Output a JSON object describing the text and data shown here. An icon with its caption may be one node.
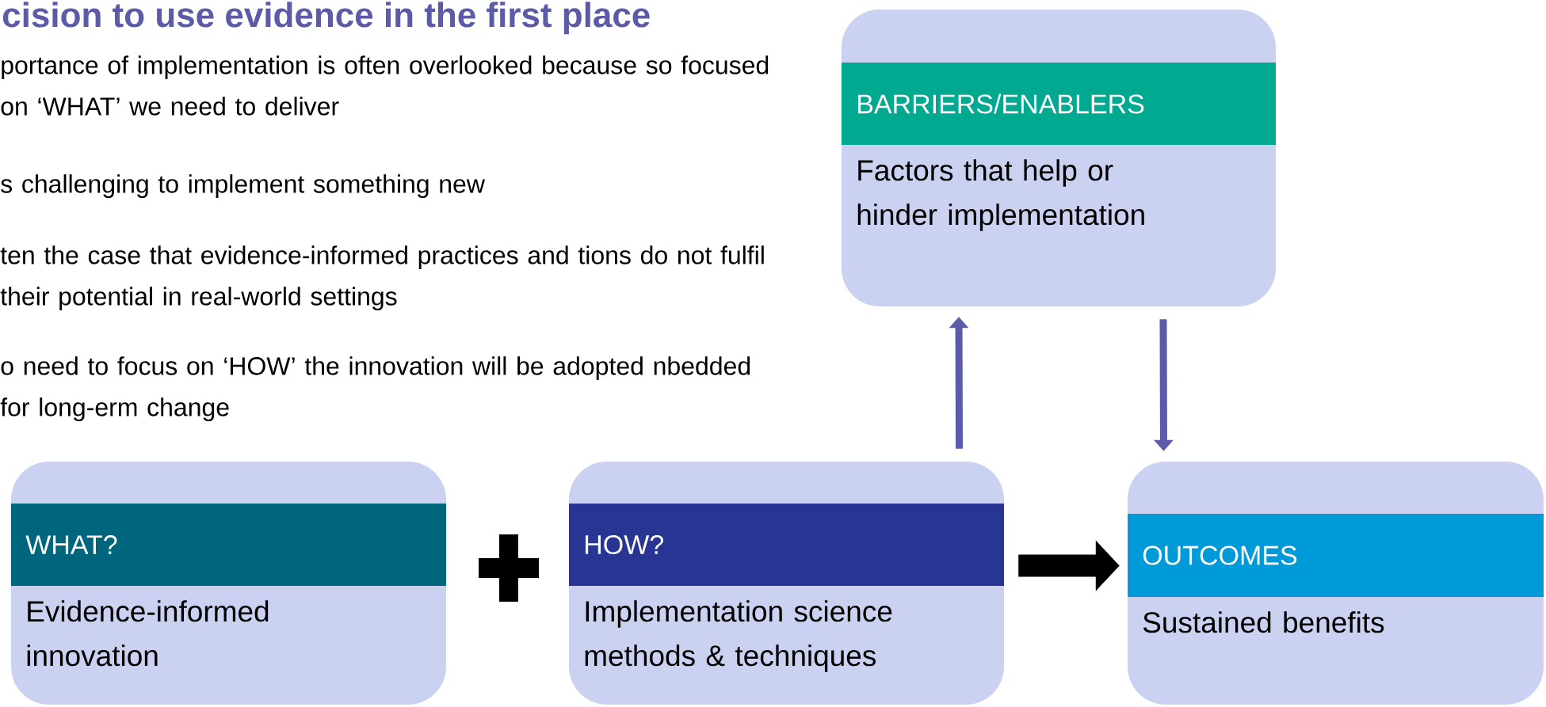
{
  "diagram": {
    "title": "cision to use evidence in the first place",
    "nodes": [
      {
        "text": [
          "BARRIERS/ENABLERS",
          "Factors that help or hinder implementation"
        ]
      },
      {
        "text": [
          "WHAT?",
          "Evidence-informed innovation"
        ]
      },
      {
        "text": [
          "HOW?",
          "Implementation science methods & techniques"
        ]
      },
      {
        "text": [
          "OUTCOMES",
          "Sustained benefits"
        ]
      }
    ],
    "edges": [
      {
        "from": 2,
        "to": 0,
        "arrow": "to"
      },
      {
        "from": 0,
        "to": 3,
        "arrow": "to"
      },
      {
        "from": 2,
        "to": 3,
        "arrow": "to",
        "style": "thick",
        "color": "#000000"
      }
    ],
    "labels": [
      "portance of implementation is often overlooked because so focused on ‘WHAT’ we need to deliver",
      "s challenging to implement something new",
      "ten the case that evidence-informed practices and tions do not fulfil their potential in real-world settings",
      "o need to focus on ‘HOW’ the innovation will be adopted nbedded for long-erm change"
    ]
  }
}
